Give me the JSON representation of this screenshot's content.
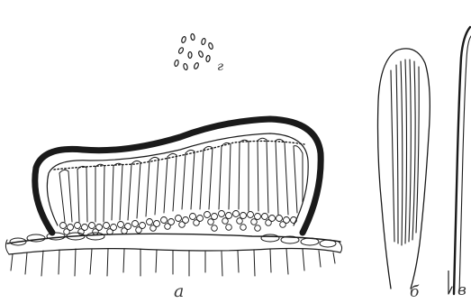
{
  "figure": {
    "panel_labels": {
      "a": "а",
      "b": "б",
      "v": "в",
      "g": "г"
    },
    "ink_color": "#1a1a1a",
    "paper_color": "#ffffff",
    "panels": [
      {
        "key": "a",
        "depicts": "sorus-cross-section"
      },
      {
        "key": "b",
        "depicts": "single-ascus"
      },
      {
        "key": "v",
        "depicts": "paraphysis-filament"
      },
      {
        "key": "g",
        "depicts": "spore-cluster"
      }
    ]
  }
}
